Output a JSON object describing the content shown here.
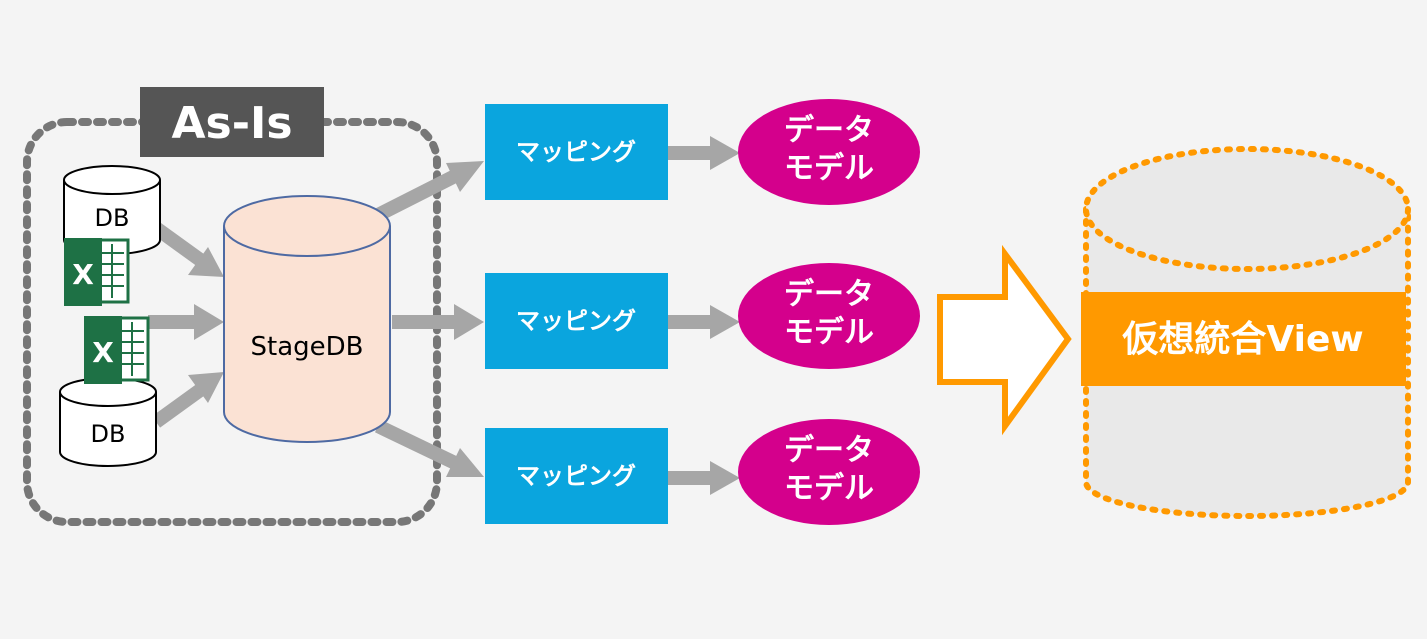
{
  "asis_label": "As-Is",
  "sources": {
    "db_top": "DB",
    "db_bottom": "DB",
    "excel_glyph": "X",
    "stage": "StageDB"
  },
  "rows": [
    {
      "mapping": "マッピング",
      "model_line1": "データ",
      "model_line2": "モデル"
    },
    {
      "mapping": "マッピング",
      "model_line1": "データ",
      "model_line2": "モデル"
    },
    {
      "mapping": "マッピング",
      "model_line1": "データ",
      "model_line2": "モデル"
    }
  ],
  "target": "仮想統合View",
  "colors": {
    "background": "#f4f4f4",
    "asis_border": "#777777",
    "asis_label_bg": "#555555",
    "stage_fill": "#fbe2d4",
    "stage_stroke": "#4e6aa3",
    "mapping_fill": "#0aa5de",
    "model_fill": "#d4008c",
    "arrow_gray": "#a6a6a6",
    "target_orange": "#ff9900",
    "excel_green": "#1e7145"
  }
}
